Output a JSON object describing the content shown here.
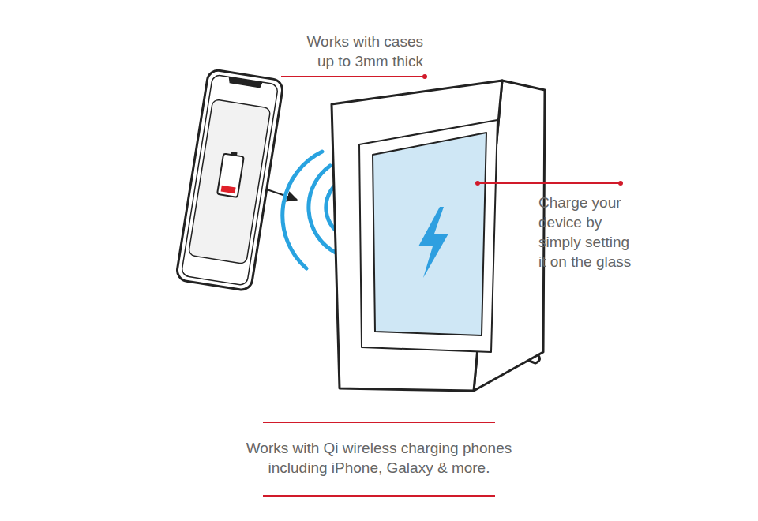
{
  "diagram": {
    "caption": "Works with Qi wireless charging phones including iPhone, Galaxy & more.",
    "labels": [
      "Works with cases up to 3mm thick",
      "Charge your device by simply setting it on the glass"
    ]
  }
}
